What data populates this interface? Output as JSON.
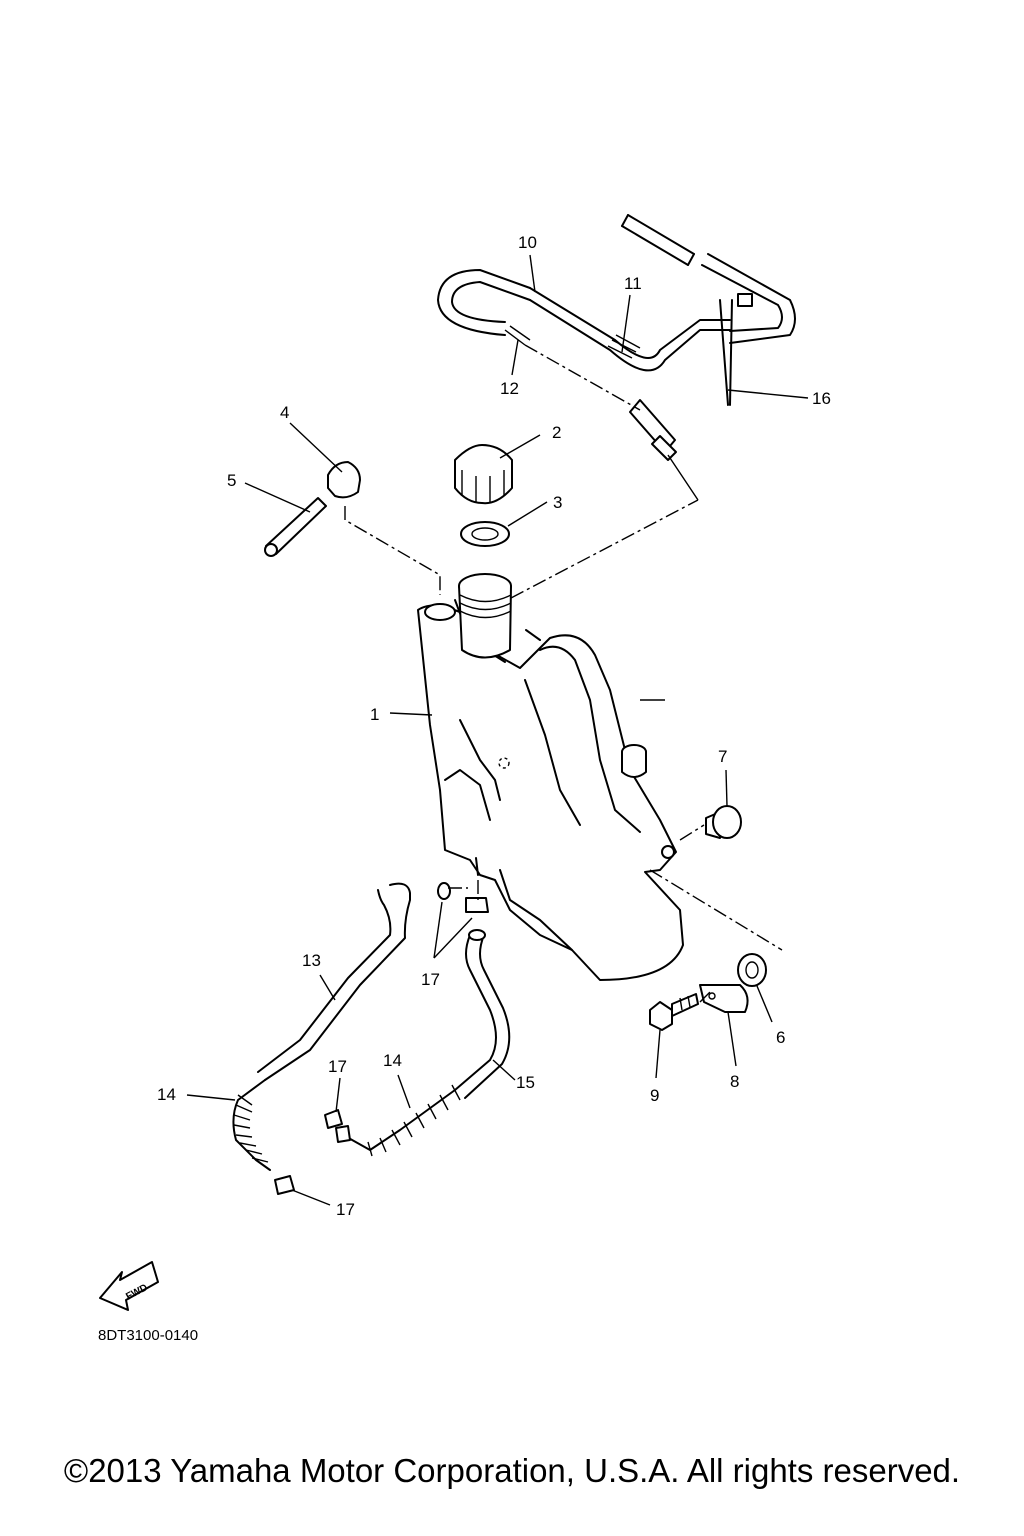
{
  "diagram": {
    "part_labels": [
      "1",
      "2",
      "3",
      "4",
      "5",
      "6",
      "7",
      "8",
      "9",
      "10",
      "11",
      "12",
      "13",
      "14",
      "14",
      "15",
      "16",
      "17",
      "17",
      "17"
    ],
    "drawing_code": "8DT3100-0140",
    "fwd_mark": "FWD"
  },
  "footer": {
    "copyright": "©2013 Yamaha Motor Corporation, U.S.A. All rights reserved."
  }
}
